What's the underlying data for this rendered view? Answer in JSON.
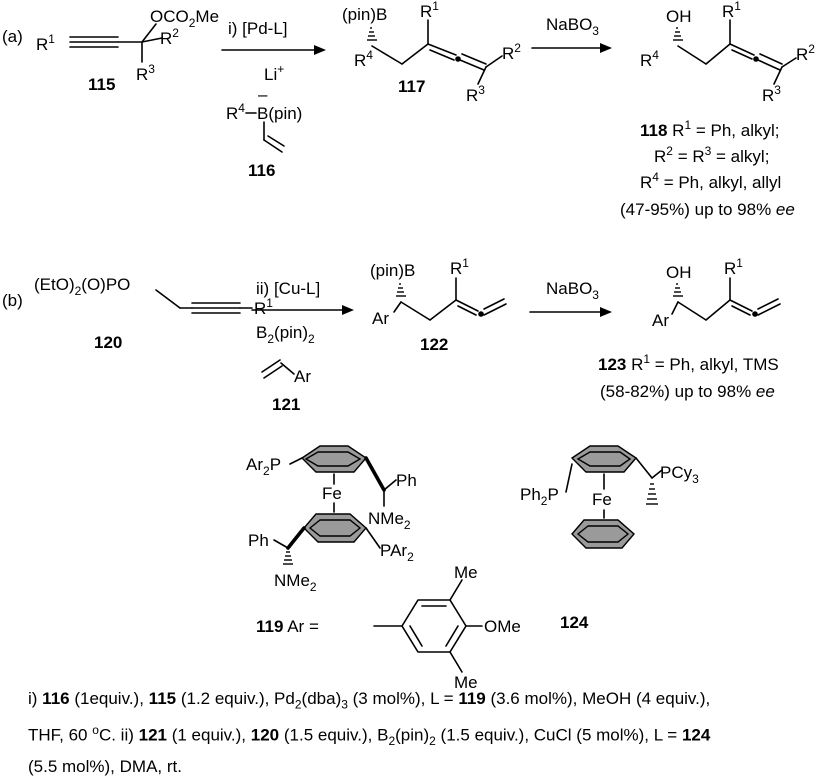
{
  "part_a": {
    "label": "(a)",
    "r1": "R",
    "r1_sup": "1",
    "substituent_115": "OCO",
    "substituent_115_sub": "2",
    "substituent_115_end": "Me",
    "r2": "R",
    "r2_sup": "2",
    "r3": "R",
    "r3_sup": "3",
    "cpd_115": "115",
    "reagent_i": "i) [Pd-L]",
    "li": "Li",
    "li_sup": "+",
    "minus": "–",
    "r4": "R",
    "r4_sup": "4",
    "bpin_116": "B(pin)",
    "cpd_116": "116",
    "pinb": "(pin)B",
    "cpd_117": "117",
    "oxidant": "NaBO",
    "oxidant_sub": "3",
    "oh": "OH",
    "cpd_118": "118",
    "desc_118_line1": " R",
    "desc_118_line1_sup": "1",
    "desc_118_line1_end": " = Ph, alkyl;",
    "desc_118_line2_a": "R",
    "desc_118_line2_sup_a": "2",
    "desc_118_line2_b": " = R",
    "desc_118_line2_sup_b": "3",
    "desc_118_line2_end": " = alkyl;",
    "desc_118_line3_a": "R",
    "desc_118_line3_sup": "4",
    "desc_118_line3_end": " = Ph, alkyl, allyl",
    "yield_118": "(47-95%) up to 98% ",
    "ee": "ee"
  },
  "part_b": {
    "label": "(b)",
    "phosphate": "(EtO)",
    "phosphate_sub": "2",
    "phosphate_end": "(O)PO",
    "r1": "R",
    "r1_sup": "1",
    "cpd_120": "120",
    "reagent_ii": "ii) [Cu-L]",
    "b2pin2": "B",
    "b2pin2_sub": "2",
    "b2pin2_end": "(pin)",
    "b2pin2_sub2": "2",
    "ar": "Ar",
    "cpd_121": "121",
    "pinb": "(pin)B",
    "cpd_122": "122",
    "oxidant": "NaBO",
    "oxidant_sub": "3",
    "oh": "OH",
    "cpd_123": "123",
    "desc_123": " R",
    "desc_123_sup": "1",
    "desc_123_end": " = Ph, alkyl, TMS",
    "yield_123": "(58-82%) up to 98% ",
    "ee": "ee"
  },
  "ligands": {
    "ar2p": "Ar",
    "ar2p_sub": "2",
    "ar2p_end": "P",
    "ph": "Ph",
    "fe": "Fe",
    "nme2": "NMe",
    "nme2_sub": "2",
    "par2": "PAr",
    "par2_sub": "2",
    "cpd_119": "119",
    "ar_eq": " Ar =",
    "me": "Me",
    "ome": "OMe",
    "ph2p": "Ph",
    "ph2p_sub": "2",
    "ph2p_end": "P",
    "pcy3": "PCy",
    "pcy3_sub": "3",
    "cpd_124": "124"
  },
  "footnote": {
    "line1_a": "i) ",
    "c116": "116",
    "line1_b": " (1equiv.), ",
    "c115": "115",
    "line1_c": " (1.2 equiv.), Pd",
    "pd_sub1": "2",
    "line1_d": "(dba)",
    "pd_sub2": "3",
    "line1_e": " (3 mol%), L = ",
    "c119": "119",
    "line1_f": " (3.6 mol%), MeOH (4 equiv.),",
    "line2_a": "THF, 60 ",
    "deg": "o",
    "line2_b": "C. ii) ",
    "c121": "121",
    "line2_c": " (1 equiv.), ",
    "c120": "120",
    "line2_d": " (1.5 equiv.), B",
    "b_sub1": "2",
    "line2_e": "(pin)",
    "b_sub2": "2",
    "line2_f": " (1.5 equiv.), CuCl (5 mol%), L = ",
    "c124": "124",
    "line3": "(5.5 mol%), DMA, rt."
  }
}
